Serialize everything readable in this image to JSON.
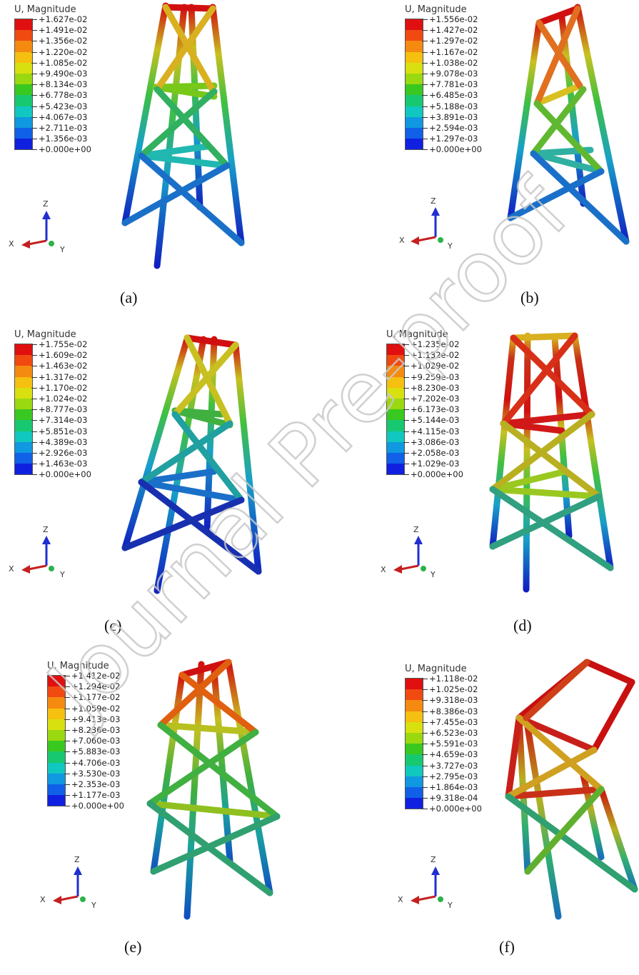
{
  "panels": [
    {
      "caption": "(a)",
      "legend_title": "U, Magnitude",
      "ticks": [
        "+1.627e-02",
        "+1.491e-02",
        "+1.356e-02",
        "+1.220e-02",
        "+1.085e-02",
        "+9.490e-03",
        "+8.134e-03",
        "+6.778e-03",
        "+5.423e-03",
        "+4.067e-03",
        "+2.711e-03",
        "+1.356e-03",
        "+0.000e+00"
      ]
    },
    {
      "caption": "(b)",
      "legend_title": "U, Magnitude",
      "ticks": [
        "+1.556e-02",
        "+1.427e-02",
        "+1.297e-02",
        "+1.167e-02",
        "+1.038e-02",
        "+9.078e-03",
        "+7.781e-03",
        "+6.485e-03",
        "+5.188e-03",
        "+3.891e-03",
        "+2.594e-03",
        "+1.297e-03",
        "+0.000e+00"
      ]
    },
    {
      "caption": "(c)",
      "legend_title": "U, Magnitude",
      "ticks": [
        "+1.755e-02",
        "+1.609e-02",
        "+1.463e-02",
        "+1.317e-02",
        "+1.170e-02",
        "+1.024e-02",
        "+8.777e-03",
        "+7.314e-03",
        "+5.851e-03",
        "+4.389e-03",
        "+2.926e-03",
        "+1.463e-03",
        "+0.000e+00"
      ]
    },
    {
      "caption": "(d)",
      "legend_title": "U, Magnitude",
      "ticks": [
        "+1.235e-02",
        "+1.132e-02",
        "+1.029e-02",
        "+9.259e-03",
        "+8.230e-03",
        "+7.202e-03",
        "+6.173e-03",
        "+5.144e-03",
        "+4.115e-03",
        "+3.086e-03",
        "+2.058e-03",
        "+1.029e-03",
        "+0.000e+00"
      ]
    },
    {
      "caption": "(e)",
      "legend_title": "U, Magnitude",
      "ticks": [
        "+1.412e-02",
        "+1.294e-02",
        "+1.177e-02",
        "+1.059e-02",
        "+9.413e-03",
        "+8.236e-03",
        "+7.060e-03",
        "+5.883e-03",
        "+4.706e-03",
        "+3.530e-03",
        "+2.353e-03",
        "+1.177e-03",
        "+0.000e+00"
      ]
    },
    {
      "caption": "(f)",
      "legend_title": "U, Magnitude",
      "ticks": [
        "+1.118e-02",
        "+1.025e-02",
        "+9.318e-03",
        "+8.386e-03",
        "+7.455e-03",
        "+6.523e-03",
        "+5.591e-03",
        "+4.659e-03",
        "+3.727e-03",
        "+2.795e-03",
        "+1.864e-03",
        "+9.318e-04",
        "+0.000e+00"
      ]
    }
  ],
  "triad": {
    "z": "Z",
    "x": "X",
    "y": "Y"
  },
  "colorbar_colors": [
    "#e01010",
    "#f04a10",
    "#f58a10",
    "#f5c010",
    "#d8e010",
    "#9ad810",
    "#38c820",
    "#18c870",
    "#10c8c0",
    "#1098e0",
    "#1060e8",
    "#1020e0"
  ],
  "watermark": "Journal Pre-proof"
}
